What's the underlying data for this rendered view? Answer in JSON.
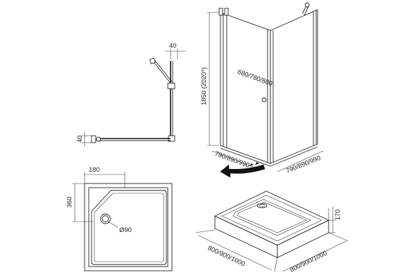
{
  "dimensions": {
    "hinge_offset": "40",
    "profile_offset": "40",
    "tray_corner_width": "180",
    "tray_corner_depth": "360",
    "drain_diameter": "Ø90",
    "door_width": "680/780/880",
    "height": "1850 (2020*)",
    "side_width_left": "790/890/990",
    "side_width_right": "790/890/990",
    "tray_height": "170",
    "tray_length_left": "800/900/1000",
    "tray_length_right": "800/900/1000"
  },
  "colors": {
    "line": "#222222",
    "arrow": "#111111",
    "background": "#ffffff"
  },
  "icons": {
    "door_swing": "curved-arrow-icon"
  }
}
